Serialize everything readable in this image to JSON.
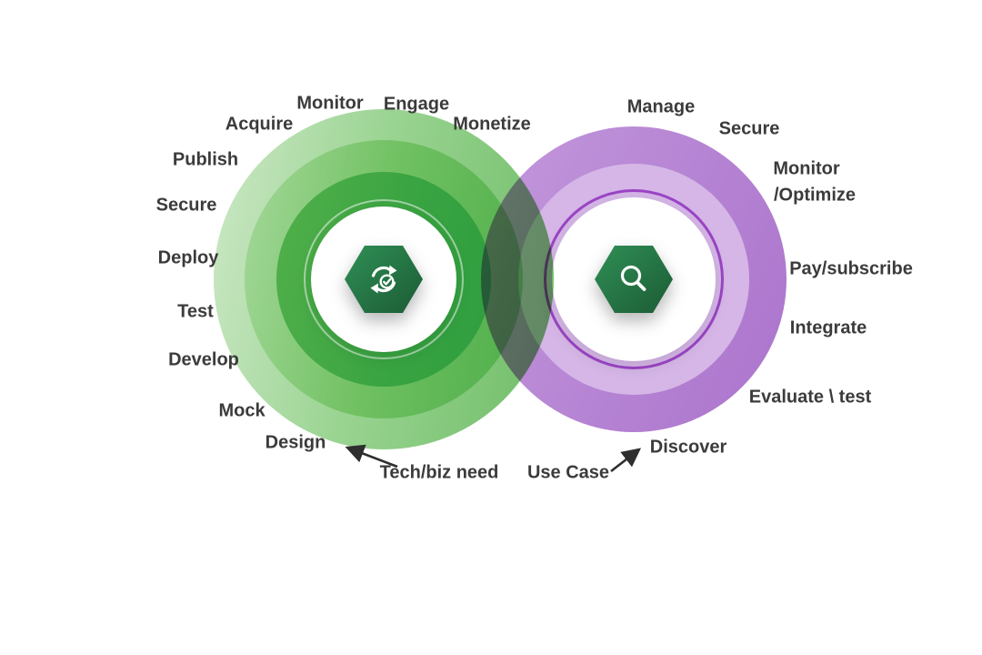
{
  "diagram": {
    "producer": {
      "labels": [
        "Monitor",
        "Engage",
        "Monetize",
        "Acquire",
        "Publish",
        "Secure",
        "Deploy",
        "Test",
        "Develop",
        "Mock",
        "Design"
      ],
      "accent_color": "#34a03f"
    },
    "consumer": {
      "labels": [
        "Manage",
        "Secure",
        "Monitor",
        "/Optimize",
        "Pay/subscribe",
        "Integrate",
        "Evaluate \\ test",
        "Discover"
      ],
      "accent_color": "#b583d3",
      "ring_color": "#9b45c5"
    },
    "annotations": {
      "tech_biz_need": "Tech/biz need",
      "use_case": "Use Case"
    },
    "icons": {
      "producer_icon": "sync-check-icon",
      "consumer_icon": "search-icon",
      "icon_badge_color": "#1f5d38"
    }
  }
}
